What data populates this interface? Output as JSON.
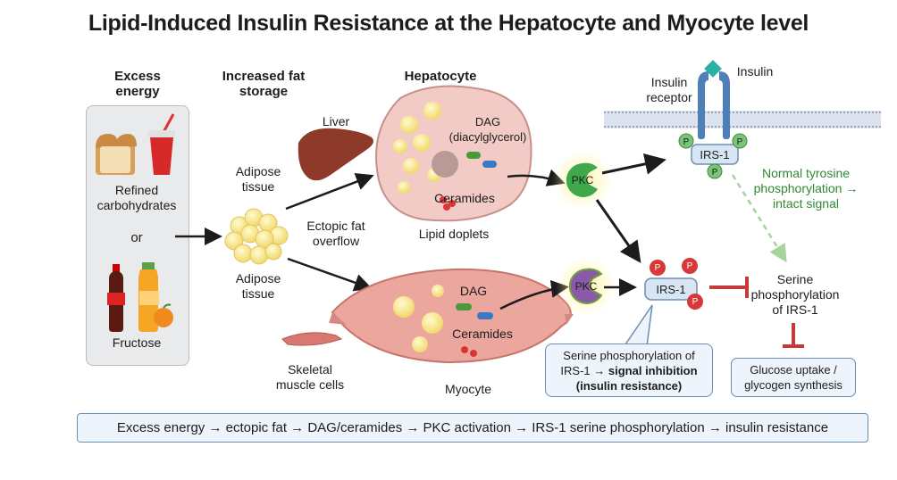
{
  "title": "Lipid-Induced Insulin Resistance at the Hepatocyte and Myocyte level",
  "headers": {
    "excess_energy": "Excess energy",
    "increased_fat_storage": "Increased fat storage",
    "hepatocyte": "Hepatocyte"
  },
  "food": {
    "refined_carbs": "Refined carbohydrates",
    "or": "or",
    "fructose": "Fructose"
  },
  "adipose": {
    "top": "Adipose tissue",
    "bottom": "Adipose tissue",
    "ectopic": "Ectopic fat overflow"
  },
  "liver": "Liver",
  "hepatocyte_cell": {
    "dag": "DAG (diacylglycerol)",
    "ceramides": "Ceramides",
    "lipid_droplets": "Lipid doplets"
  },
  "myocyte_cell": {
    "dag": "DAG",
    "ceramides": "Ceramides",
    "label": "Myocyte"
  },
  "skeletal": "Skeletal muscle cells",
  "pkc_top": "PKC",
  "pkc_bottom": "PKC",
  "receptor": {
    "insulin": "Insulin",
    "insulin_receptor": "Insulin receptor",
    "irs1_top": "IRS-1",
    "irs1_bottom": "IRS-1",
    "p": "P"
  },
  "normal": "Normal tyrosine phosphorylation → intact signal",
  "serine": "Serine phosphorylation of IRS-1",
  "callout": {
    "line1": "Serine phosphorylation of",
    "line2_plain": "IRS-1 →",
    "line2_bold": "signal inhibition",
    "line3": "(insulin resistance)"
  },
  "glucose": "Glucose uptake / glycogen synthesis",
  "summary": "Excess energy → ectopic fat → DAG/ceramides → PKC activation → IRS-1 serine phosphorylation → insulin resistance",
  "colors": {
    "pkc_top": "#3fa84a",
    "pkc_bottom": "#8a5aa8",
    "irs_box": "#d8e6f4",
    "phospho_red": "#d83838",
    "phospho_green": "#7cc47a",
    "inhibit": "#c43a3a",
    "membrane": "#c9d3e4"
  }
}
